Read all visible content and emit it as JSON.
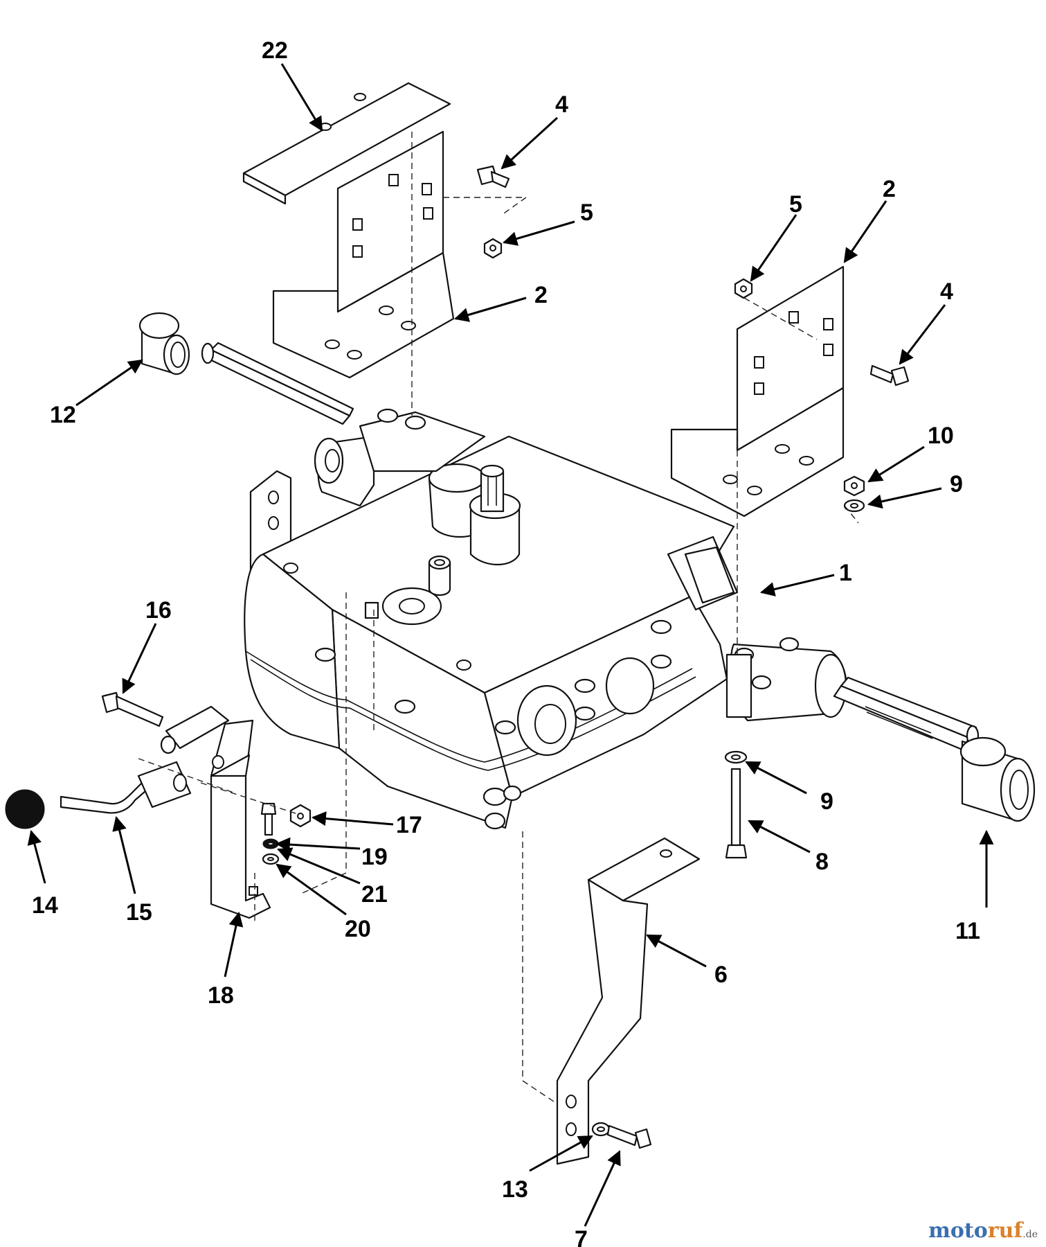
{
  "diagram": {
    "labels": [
      "1",
      "2",
      "2",
      "4",
      "4",
      "5",
      "5",
      "6",
      "7",
      "8",
      "9",
      "9",
      "10",
      "11",
      "12",
      "13",
      "14",
      "15",
      "16",
      "17",
      "18",
      "19",
      "20",
      "21",
      "22"
    ]
  },
  "watermark": {
    "main": "moto",
    "accent": "ruf",
    "suffix": ".de"
  },
  "colors": {
    "ink": "#111111",
    "paper": "#ffffff",
    "watermark_blue": "#3a6fb0",
    "watermark_orange": "#d9822b"
  }
}
